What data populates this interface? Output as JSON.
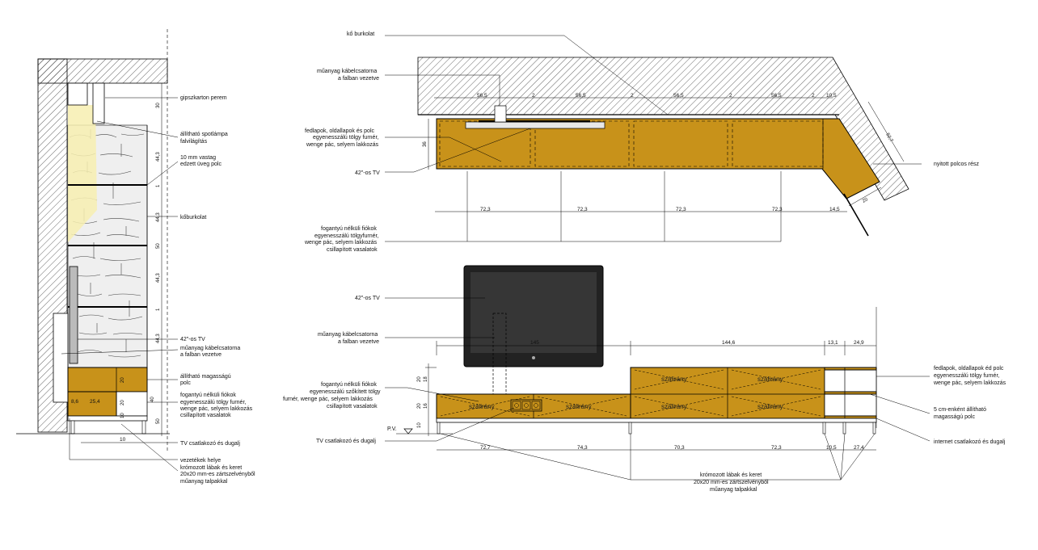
{
  "colors": {
    "wood": "#c8921a",
    "stone": "#efefef",
    "tv": "#111111",
    "spot": "#f7efb0"
  },
  "side": {
    "labels": {
      "gipszkarton": "gipszkarton perem",
      "spot_1": "állítható spotlámpa",
      "spot_2": "falvilágítás",
      "glass_1": "10 mm vastag",
      "glass_2": "edzett üveg polc",
      "stone": "kőburkolat",
      "tv": "42\"-os TV",
      "cable_1": "műanyag kábelcsatorna",
      "cable_2": "a falban vezetve",
      "shelf_1": "állítható magasságú",
      "shelf_2": "polc",
      "drawers_1": "fogantyú nélküli fiókok",
      "drawers_2": "egyenesszálú tölgy furnér,",
      "drawers_3": "wenge pác, selyem lakkozás",
      "drawers_4": "csillapított vasalatok",
      "socket": "TV csatlakozó és dugalj",
      "legs_1": "vezetékek helye",
      "legs_2": "krómozott lábak és keret",
      "legs_3": "20x20 mm-es zártszelvényből",
      "legs_4": "műanyag talpakkal"
    },
    "dims": [
      "30",
      "44,3",
      "1",
      "44,3",
      "50",
      "44,3",
      "1",
      "44,3",
      "20",
      "20",
      "10",
      "40",
      "50",
      "8,6",
      "25,4",
      "10"
    ]
  },
  "top": {
    "labels": {
      "stone": "kő burkolat",
      "cable_1": "műanyag kábelcsatorna",
      "cable_2": "a falban vezetve",
      "front_1": "fedlapok, oldallapok és polc",
      "front_2": "egyenesszálú tölgy furnér,",
      "front_3": "wenge pác, selyem lakkozás",
      "tv": "42\"-os TV",
      "open": "nyitott polcos rész",
      "drawers_1": "fogantyú nélküli fiókok",
      "drawers_2": "egyenesszálú tölgyfurnér,",
      "drawers_3": "wenge pác, selyem lakkozás",
      "drawers_4": "csillapított vasalatok"
    },
    "dims_top": [
      "56,5",
      "56,5",
      "56,5",
      "56,5"
    ],
    "dims_small": [
      "2",
      "2",
      "2",
      "2",
      "10,5"
    ],
    "dims_bottom": [
      "72,3",
      "72,3",
      "72,3",
      "72,3",
      "14,5"
    ],
    "depth": "36",
    "diag1": "52,7",
    "diag2": "20"
  },
  "front": {
    "labels": {
      "tv": "42\"-os TV",
      "cable_1": "műanyag kábelcsatorna",
      "cable_2": "a falban vezetve",
      "drawers_1": "fogantyú nélküli fiókok",
      "drawers_2": "egyenesszálú szőkített tölgy",
      "drawers_3": "furnér, wenge pác, selyem lakkozás",
      "drawers_4": "csillapított vasalatok",
      "pv": "P.V.",
      "socket": "TV csatlakozó és dugalj",
      "front_1": "fedlapok, oldallapok éd polc",
      "front_2": "egyenesszálú tölgy furnér,",
      "front_3": "wenge pác, selyem lakkozás",
      "shelf_1": "5 cm-enként állítható",
      "shelf_2": "magasságú polc",
      "internet": "internet csatlakozó és dugalj",
      "legs_1": "krómozott lábak és keret",
      "legs_2": "20x20 mm-es zártszelvényből",
      "legs_3": "műanyag talpakkal",
      "grain": "szálirány"
    },
    "dims_top": [
      "145",
      "144,6",
      "13,1",
      "24,9"
    ],
    "dims_bottom": [
      "72,7",
      "74,3",
      "70,3",
      "72,3",
      "10,5",
      "27,4"
    ],
    "dims_left": [
      "20",
      "18",
      "20",
      "16",
      "10"
    ]
  }
}
